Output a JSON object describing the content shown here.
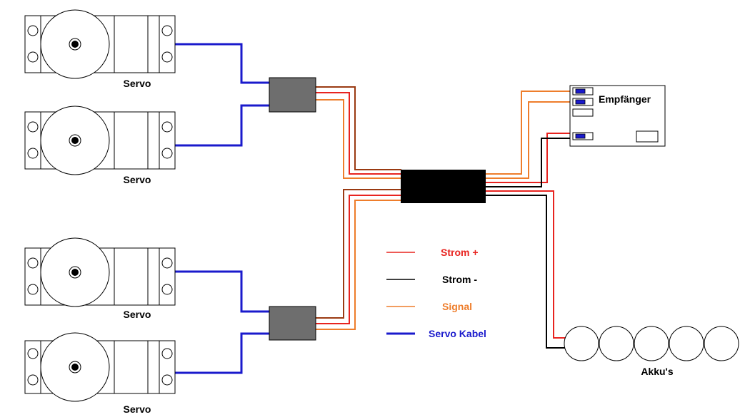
{
  "labels": {
    "servo_1": "Servo",
    "servo_2": "Servo",
    "servo_3": "Servo",
    "servo_4": "Servo",
    "receiver": "Empfänger",
    "battery": "Akku's"
  },
  "legend": [
    {
      "key": "power_plus",
      "label": "Strom +",
      "color": "#e8231f"
    },
    {
      "key": "power_minus",
      "label": "Strom -",
      "color": "#000000"
    },
    {
      "key": "signal",
      "label": "Signal",
      "color": "#ee7d2b"
    },
    {
      "key": "servo_cable",
      "label": "Servo Kabel",
      "color": "#1a1acc"
    }
  ],
  "colors": {
    "power_plus": "#e8231f",
    "power_minus": "#000000",
    "signal": "#ee7d2b",
    "servo_cable": "#1a1acc",
    "brown_wire": "#9a3a12",
    "y_cable_block": "#6e6e6e",
    "distributor_block": "#000000",
    "connector_blue": "#1a1acc"
  }
}
